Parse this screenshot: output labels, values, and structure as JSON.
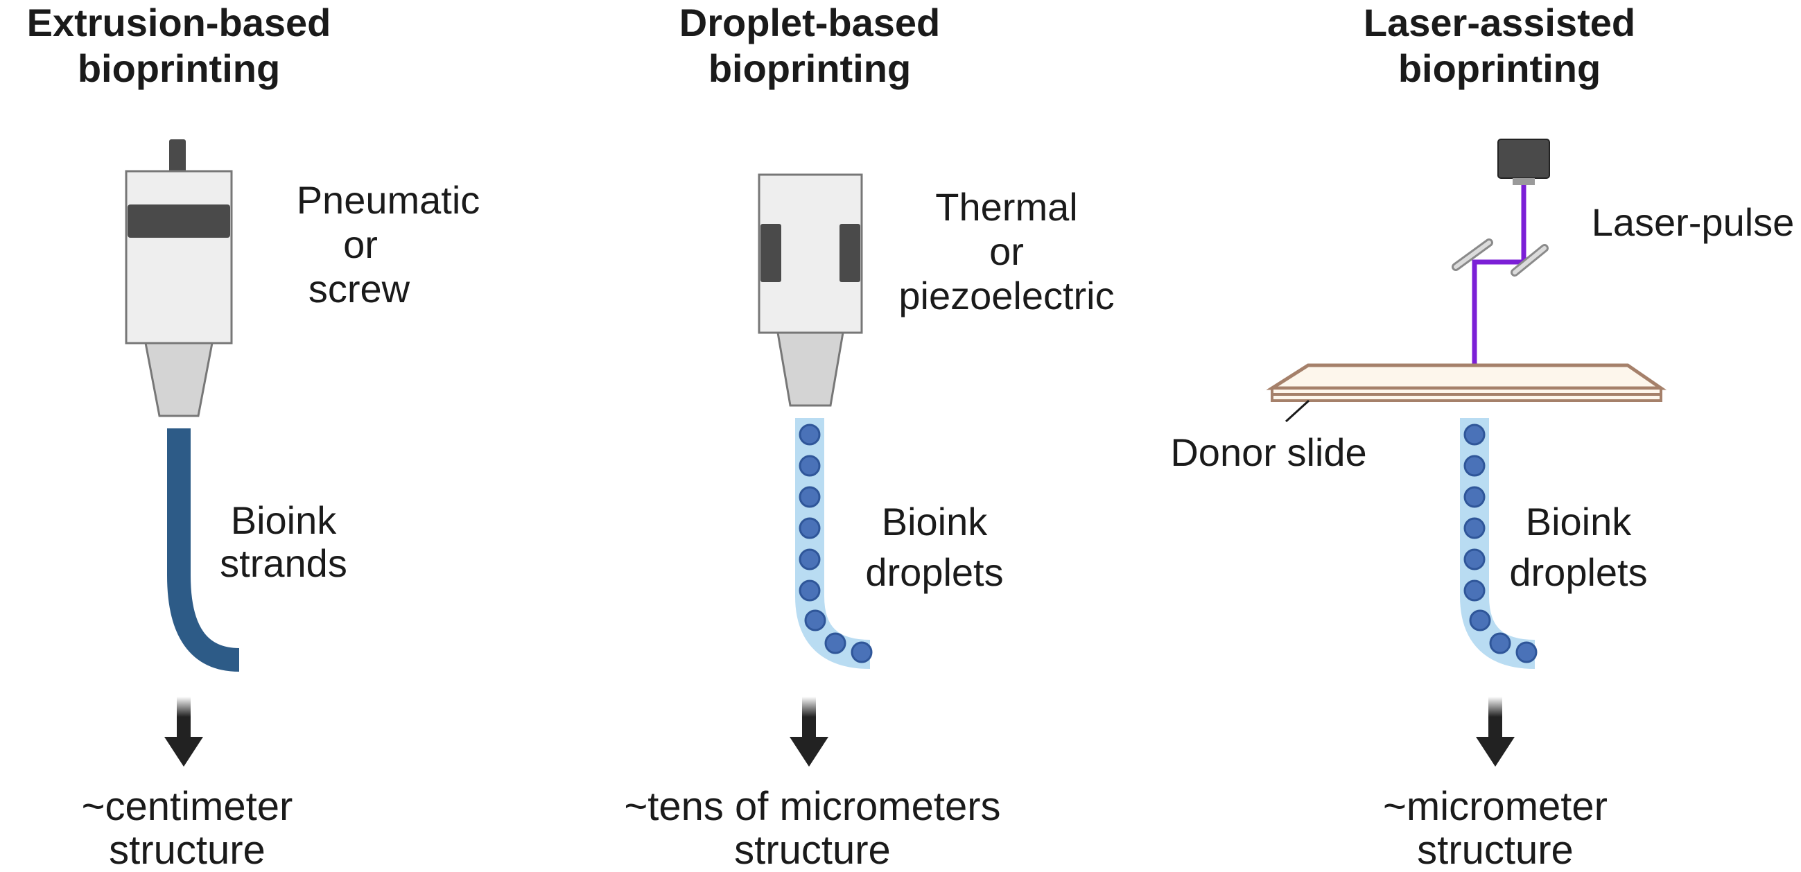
{
  "panels": [
    {
      "title": [
        "Extrusion-based",
        "bioprinting"
      ],
      "actuator": [
        "Pneumatic",
        "or",
        "screw"
      ],
      "bioink": [
        "Bioink",
        "strands"
      ],
      "result": [
        "~centimeter",
        "structure"
      ]
    },
    {
      "title": [
        "Droplet-based",
        "bioprinting"
      ],
      "actuator": [
        "Thermal",
        "or",
        "piezoelectric"
      ],
      "bioink": [
        "Bioink",
        "droplets"
      ],
      "result": [
        "~tens of micrometers",
        "structure"
      ]
    },
    {
      "title": [
        "Laser-assisted",
        "bioprinting"
      ],
      "actuator": [
        "Laser-pulse"
      ],
      "slide": "Donor slide",
      "bioink": [
        "Bioink",
        "droplets"
      ],
      "result": [
        "~micrometer",
        "structure"
      ]
    }
  ],
  "colors": {
    "strand": "#2d5b87",
    "droplet_fill": "#4a72b8",
    "droplet_track": "#b9dcf2",
    "laser": "#7b1fd6",
    "slide_border": "#a5806a",
    "slide_fill": "#fdf6ec",
    "housing": "#eeeeee",
    "housing_dark": "#4a4a4a",
    "arrow": "#222222"
  }
}
